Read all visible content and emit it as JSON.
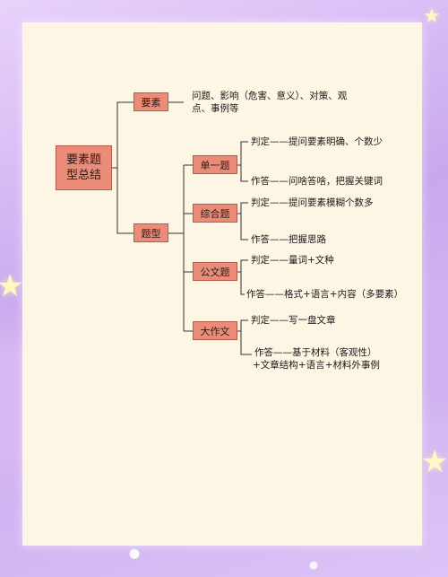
{
  "diagram": {
    "root": "要素题型总结",
    "branches": {
      "elements": {
        "label": "要素",
        "description": [
          "问题、影响（危害、意义）、对策、观",
          "点、事例等"
        ]
      },
      "types": {
        "label": "题型",
        "children": [
          {
            "label": "单一题",
            "judge": "判定——提问要素明确、个数少",
            "answer": [
              "作答——问啥答啥，把握关键词"
            ]
          },
          {
            "label": "综合题",
            "judge": "判定——提问要素模糊个数多",
            "answer": [
              "作答——把握思路"
            ]
          },
          {
            "label": "公文题",
            "judge": "判定——量词+文种",
            "answer": [
              "作答——格式+语言+内容（多要素）"
            ]
          },
          {
            "label": "大作文",
            "judge": "判定——写一盘文章",
            "answer": [
              "作答——基于材料（客观性）",
              "+文章结构+语言+材料外事例"
            ]
          }
        ]
      }
    }
  },
  "colors": {
    "box": "#eb8c79",
    "box_border": "#b85a4a",
    "card": "#fdf6e5",
    "background": "#d2b2f0"
  }
}
